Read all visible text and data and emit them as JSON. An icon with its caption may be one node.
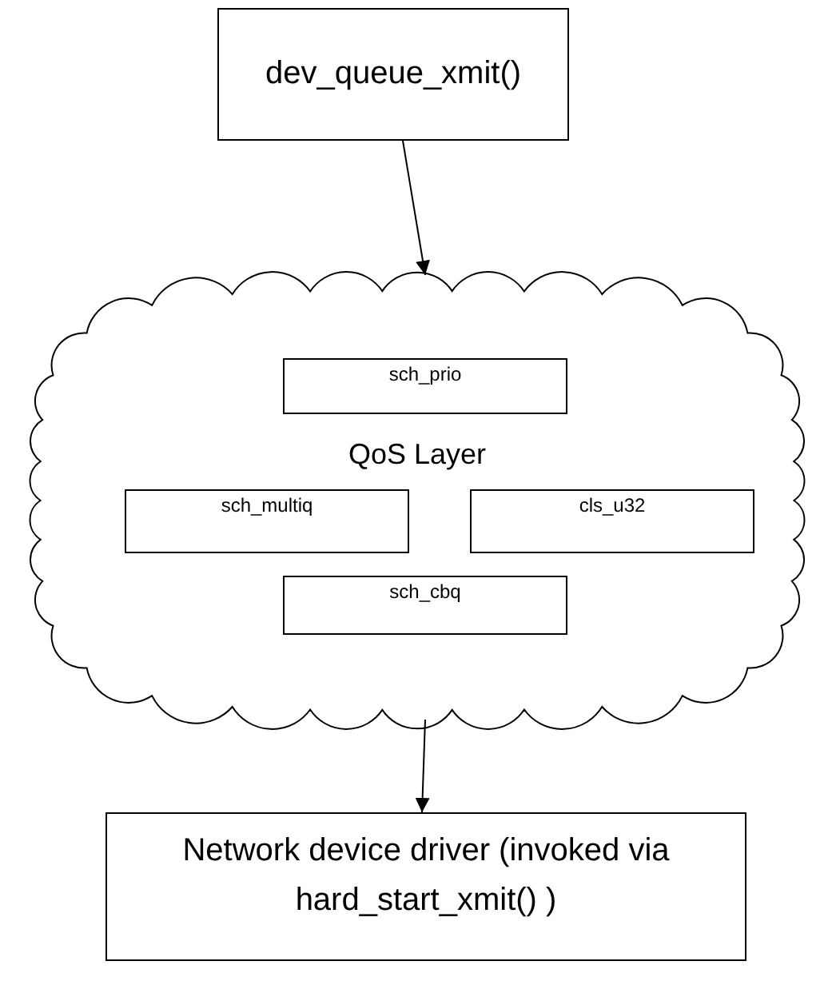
{
  "diagram": {
    "nodes": [
      {
        "text": [
          "dev_queue_xmit()"
        ]
      },
      {
        "text": [
          "QoS Layer"
        ]
      },
      {
        "text": [
          "sch_prio"
        ],
        "in": 1
      },
      {
        "text": [
          "sch_multiq"
        ],
        "in": 1
      },
      {
        "text": [
          "cls_u32"
        ],
        "in": 1
      },
      {
        "text": [
          "sch_cbq"
        ],
        "in": 1
      },
      {
        "text": [
          "Network device driver (invoked via hard_start_xmit() )"
        ]
      }
    ],
    "edges": [
      {
        "from": 0,
        "to": 1,
        "arrow": "to"
      },
      {
        "from": 1,
        "to": 6,
        "arrow": "to"
      }
    ]
  }
}
